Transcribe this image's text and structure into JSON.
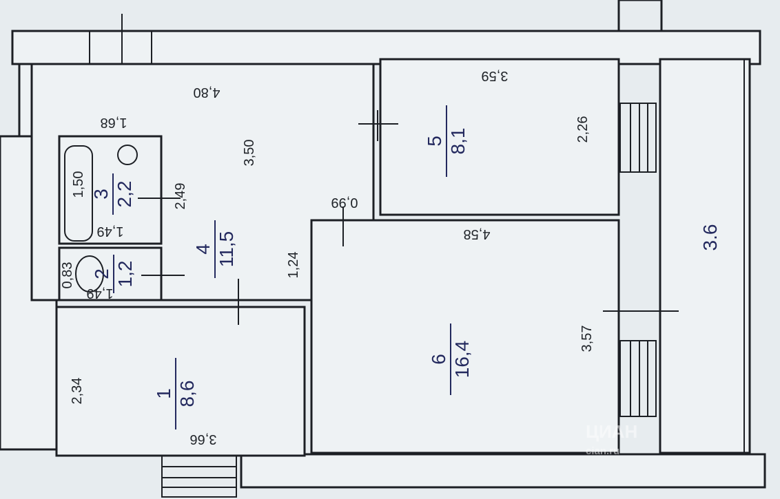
{
  "rooms": {
    "r1": {
      "number": "1",
      "area": "8,6"
    },
    "r2": {
      "number": "2",
      "area": "1,2"
    },
    "r3": {
      "number": "3",
      "area": "2,2"
    },
    "r4": {
      "number": "4",
      "area": "11,5"
    },
    "r5": {
      "number": "5",
      "area": "8,1"
    },
    "r6": {
      "number": "6",
      "area": "16,4"
    },
    "balcony": {
      "area": "3.6"
    }
  },
  "dimensions": {
    "d_480": "4,80",
    "d_168": "1,68",
    "d_350": "3,50",
    "d_150": "1,50",
    "d_249": "2,49",
    "d_149a": "1,49",
    "d_083": "0,83",
    "d_149b": "1,49",
    "d_124": "1,24",
    "d_099": "0,99",
    "d_359": "3,59",
    "d_226": "2,26",
    "d_458": "4,58",
    "d_357": "3,57",
    "d_234": "2,34",
    "d_366": "3,66"
  },
  "watermark": {
    "brand": "ЦИАН",
    "sub": "cian.ru"
  }
}
